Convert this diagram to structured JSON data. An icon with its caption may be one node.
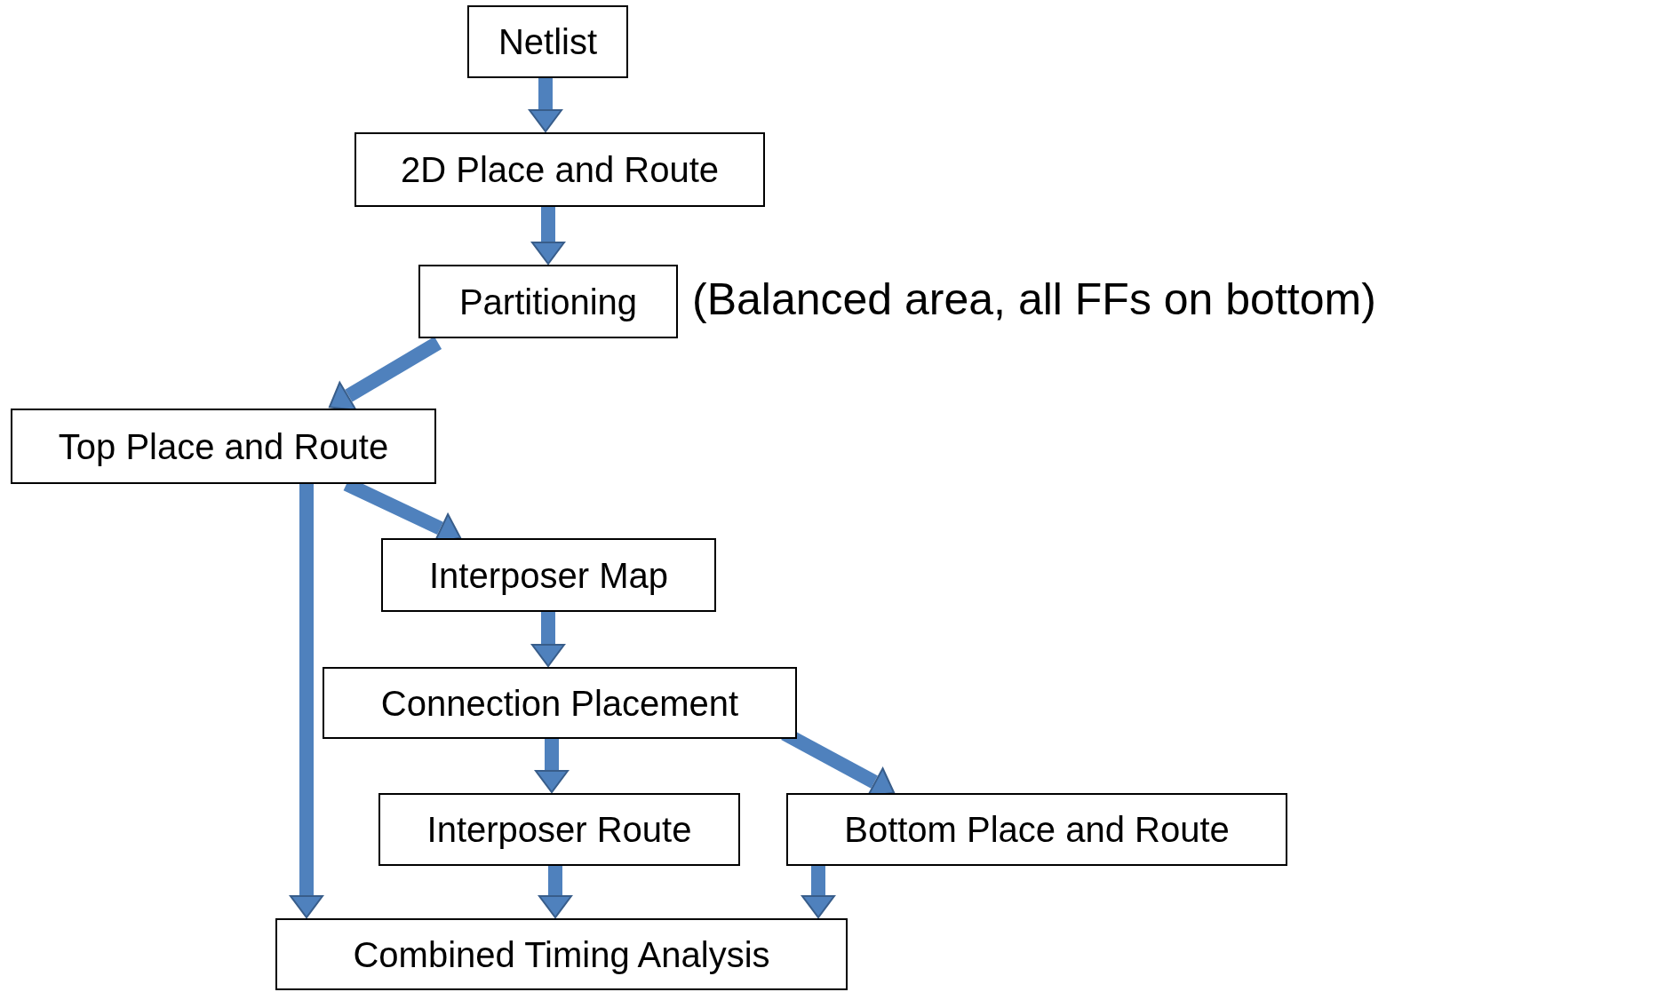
{
  "diagram": {
    "nodes": [
      {
        "text": [
          "Netlist"
        ]
      },
      {
        "text": [
          "2D Place and Route"
        ]
      },
      {
        "text": [
          "Partitioning"
        ],
        "beside": [
          "(Balanced area, all FFs on bottom)"
        ]
      },
      {
        "text": [
          "Top Place and Route"
        ]
      },
      {
        "text": [
          "Interposer Map"
        ]
      },
      {
        "text": [
          "Connection Placement"
        ]
      },
      {
        "text": [
          "Interposer Route"
        ]
      },
      {
        "text": [
          "Bottom Place and Route"
        ]
      },
      {
        "text": [
          "Combined Timing Analysis"
        ]
      }
    ],
    "edges": [
      {
        "from": 0,
        "to": 1,
        "arrow": "to"
      },
      {
        "from": 1,
        "to": 2,
        "arrow": "to"
      },
      {
        "from": 2,
        "to": 3,
        "arrow": "to"
      },
      {
        "from": 3,
        "to": 4,
        "arrow": "to"
      },
      {
        "from": 3,
        "to": 8,
        "arrow": "to"
      },
      {
        "from": 4,
        "to": 5,
        "arrow": "to"
      },
      {
        "from": 5,
        "to": 6,
        "arrow": "to"
      },
      {
        "from": 5,
        "to": 7,
        "arrow": "to"
      },
      {
        "from": 6,
        "to": 8,
        "arrow": "to"
      },
      {
        "from": 7,
        "to": 8,
        "arrow": "to"
      }
    ]
  }
}
